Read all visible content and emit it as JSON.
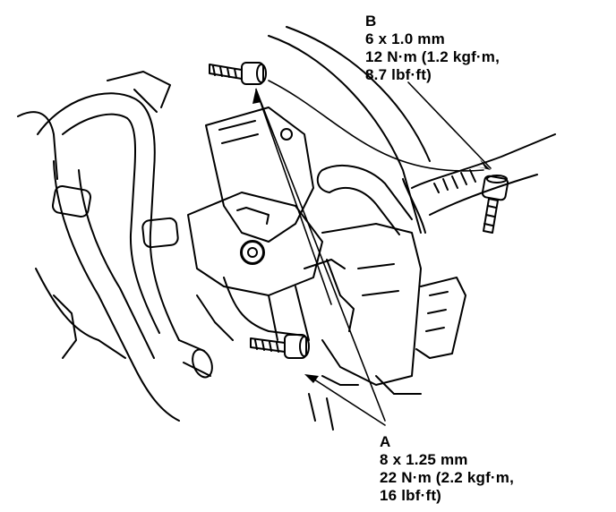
{
  "callout_b": {
    "tag": "B",
    "size": "6 x 1.0 mm",
    "torque_line1": "12 N·m (1.2 kgf·m,",
    "torque_line2": "8.7 lbf·ft)"
  },
  "callout_a": {
    "tag": "A",
    "size": "8 x 1.25 mm",
    "torque_line1": "22 N·m (2.2 kgf·m,",
    "torque_line2": "16 lbf·ft)"
  },
  "colors": {
    "ink": "#000000",
    "paper": "#ffffff"
  },
  "icons": [
    "bolt-icon"
  ]
}
